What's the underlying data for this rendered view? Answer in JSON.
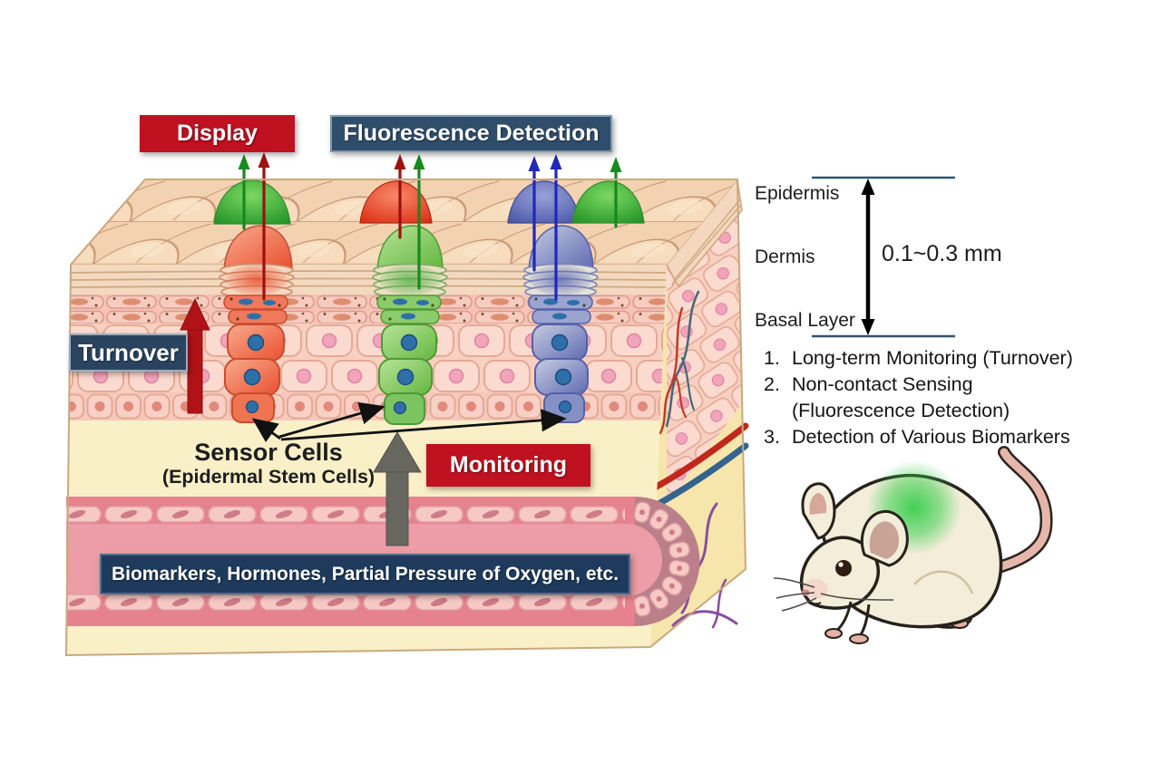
{
  "banners": {
    "display": "Display",
    "fluorescence_detection": "Fluorescence Detection",
    "turnover": "Turnover",
    "monitoring": "Monitoring",
    "biomarkers": "Biomarkers, Hormones, Partial Pressure of Oxygen, etc."
  },
  "skin_labels": {
    "sensor_cells": "Sensor Cells",
    "sensor_cells_sub": "(Epidermal Stem Cells)"
  },
  "scale": {
    "epidermis": "Epidermis",
    "dermis": "Dermis",
    "basal_layer": "Basal Layer",
    "thickness": "0.1~0.3 mm"
  },
  "features": {
    "items": [
      {
        "num": "1.",
        "lines": [
          "Long-term Monitoring (Turnover)"
        ]
      },
      {
        "num": "2.",
        "lines": [
          "Non-contact Sensing",
          "(Fluorescence Detection)"
        ]
      },
      {
        "num": "3.",
        "lines": [
          "Detection of Various Biomarkers"
        ]
      }
    ]
  },
  "colors": {
    "banner-red": "#bf1120",
    "banner-navy": "#2f4e6c",
    "deep-navy": "#1e3a5c",
    "badge-navy": "#2a4460",
    "arrow-red": "#b01218",
    "arrow-gray": "#67665f",
    "line-navy": "#33536f",
    "sensor-red": "#ef6a4c",
    "sensor-green": "#7cc45f",
    "sensor-blue": "#8089c4",
    "nucleus-blue": "#2f6fa9",
    "dermis-yellow": "#faf0c8",
    "vessel-pink": "#e5828d",
    "glow-green": "#3acf4e"
  }
}
